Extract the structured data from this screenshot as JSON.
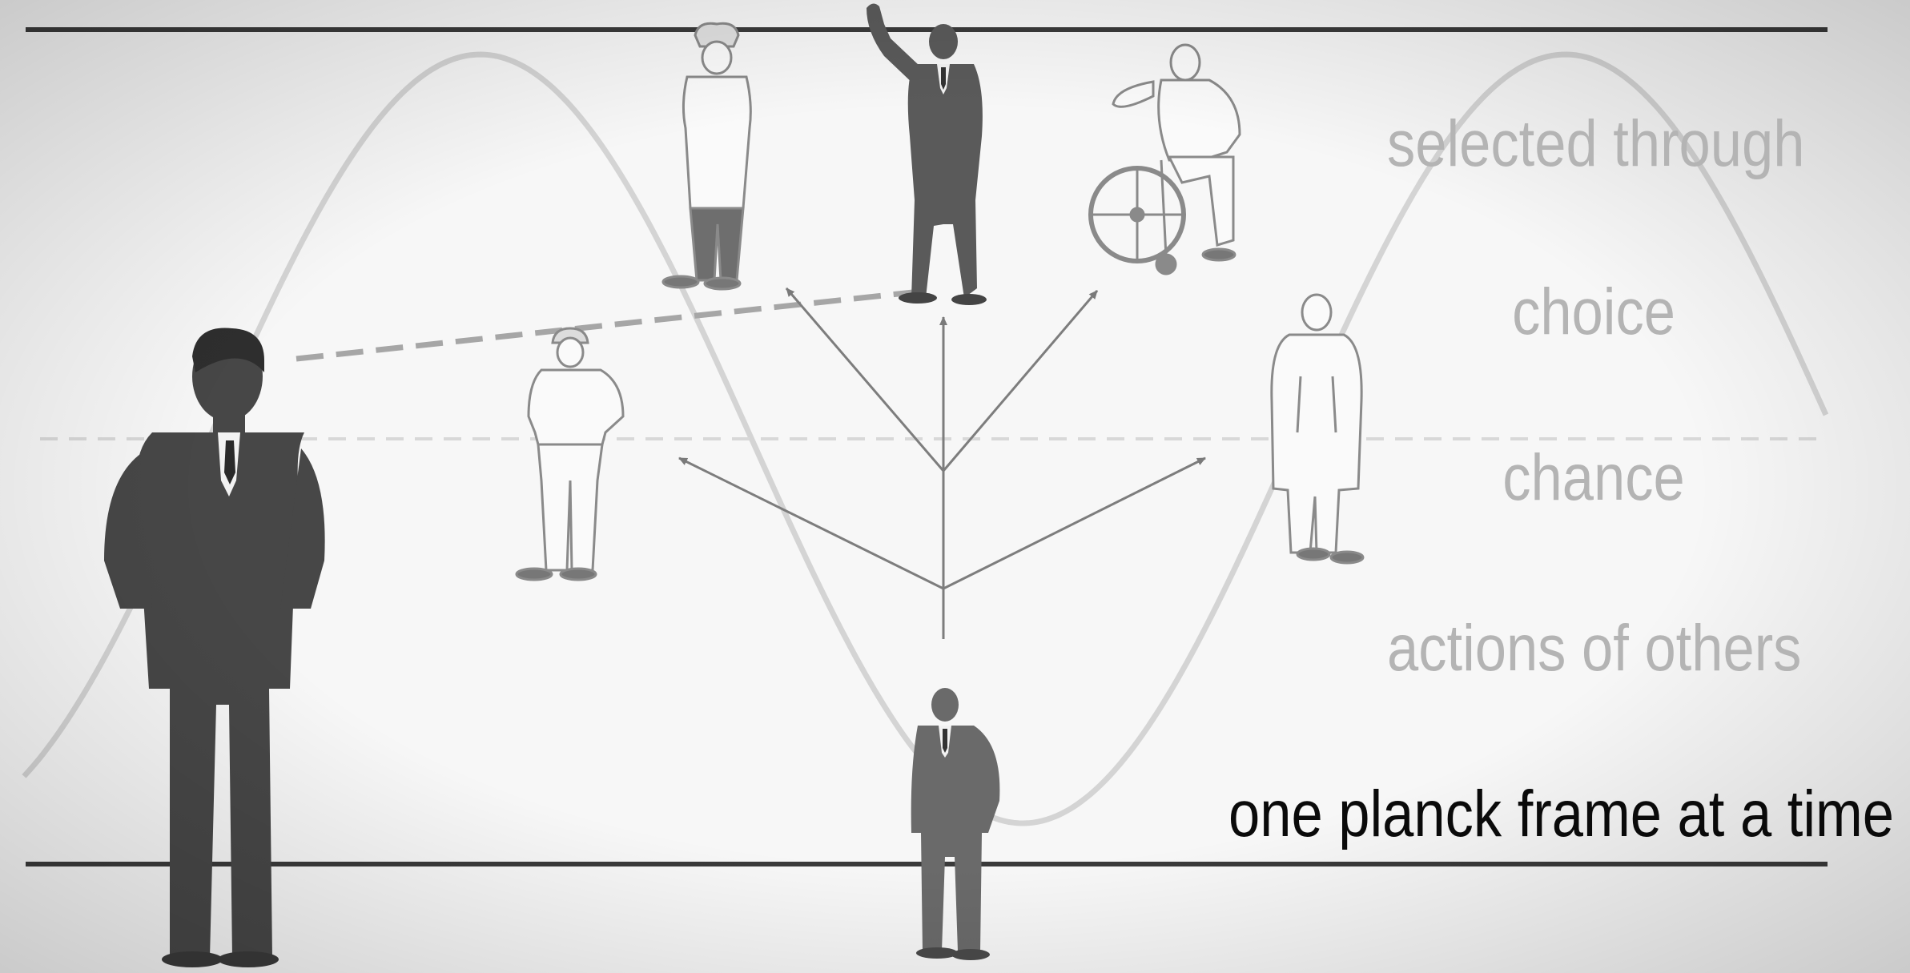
{
  "labels": {
    "selected_through": "selected through",
    "choice": "choice",
    "chance": "chance",
    "actions_of_others": "actions of others",
    "planck_frame": "one planck frame at a time"
  },
  "figures": [
    {
      "name": "observer",
      "icon": "standing-businessman-silhouette"
    },
    {
      "name": "construction-worker",
      "icon": "worker-hard-hat-outline"
    },
    {
      "name": "chef",
      "icon": "chef-outline"
    },
    {
      "name": "waving-businessman",
      "icon": "waving-businessman-silhouette"
    },
    {
      "name": "wheelchair-user",
      "icon": "wheelchair-person-outline"
    },
    {
      "name": "doctor",
      "icon": "doctor-lab-coat-outline"
    },
    {
      "name": "present-self",
      "icon": "small-businessman-silhouette"
    }
  ],
  "colors": {
    "background": "#f7f7f7",
    "frame_line": "#3a3a3a",
    "wave": "#d2d2d2",
    "arrow": "#7a7a7a",
    "silhouette_dark": "#474747",
    "silhouette_mid": "#707070",
    "outline": "#8a8a8a"
  }
}
